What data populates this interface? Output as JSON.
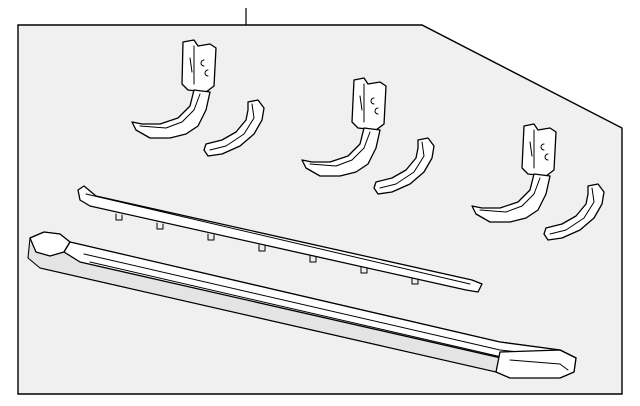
{
  "diagram": {
    "parts": [
      {
        "id": "front-bracket",
        "kind": "mounting-bracket"
      },
      {
        "id": "center-bracket",
        "kind": "mounting-bracket"
      },
      {
        "id": "rear-bracket",
        "kind": "mounting-bracket"
      },
      {
        "id": "front-support-arm",
        "kind": "support-arm"
      },
      {
        "id": "center-support-arm",
        "kind": "support-arm"
      },
      {
        "id": "rear-support-arm",
        "kind": "support-arm"
      },
      {
        "id": "step-pad-molding",
        "kind": "molding-strip"
      },
      {
        "id": "running-board",
        "kind": "running-board"
      }
    ],
    "colors": {
      "background": "#ffffff",
      "panel": "#f0f0f0",
      "line": "#000000"
    }
  }
}
